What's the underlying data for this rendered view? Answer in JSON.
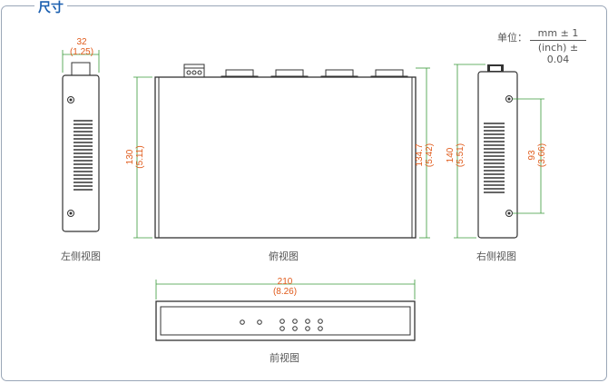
{
  "title": "尺寸",
  "units": {
    "prefix": "单位：",
    "numerator": "mm ± 1",
    "denominator": "(inch) ± 0.04"
  },
  "views": {
    "left_side": {
      "caption": "左侧视图",
      "width_mm": "32",
      "width_in": "(1.25)"
    },
    "top": {
      "caption": "俯视图",
      "height_mm": "130",
      "height_in": "(5.11)",
      "height2_mm": "134.7",
      "height2_in": "(5.42)"
    },
    "right_side": {
      "caption": "右侧视图",
      "height_mm": "140",
      "height_in": "(5.51)",
      "hole_mm": "93",
      "hole_in": "(3.66)"
    },
    "front": {
      "caption": "前视图",
      "width_mm": "210",
      "width_in": "(8.26)"
    }
  },
  "colors": {
    "accent": "#1b5fb0",
    "dimension": "#e05a1a",
    "dim_line": "#3a9a3a",
    "outline": "#333333"
  }
}
